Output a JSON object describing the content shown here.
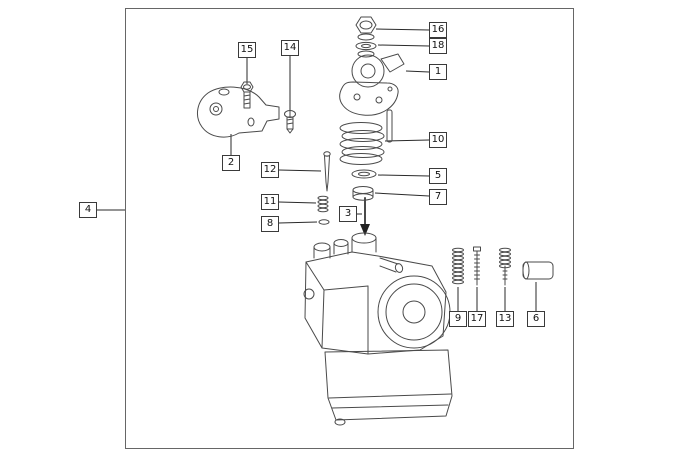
{
  "figure": {
    "type": "exploded-parts-diagram",
    "colors": {
      "background": "#ffffff",
      "line": "#4a4a4a",
      "frame": "#666666",
      "callout_border": "#3a3a3a"
    },
    "callouts": {
      "n1": "1",
      "n2": "2",
      "n3": "3",
      "n4": "4",
      "n5": "5",
      "n6": "6",
      "n7": "7",
      "n8": "8",
      "n9": "9",
      "n10": "10",
      "n11": "11",
      "n12": "12",
      "n13": "13",
      "n14": "14",
      "n15": "15",
      "n16": "16",
      "n17": "17",
      "n18": "18"
    }
  }
}
